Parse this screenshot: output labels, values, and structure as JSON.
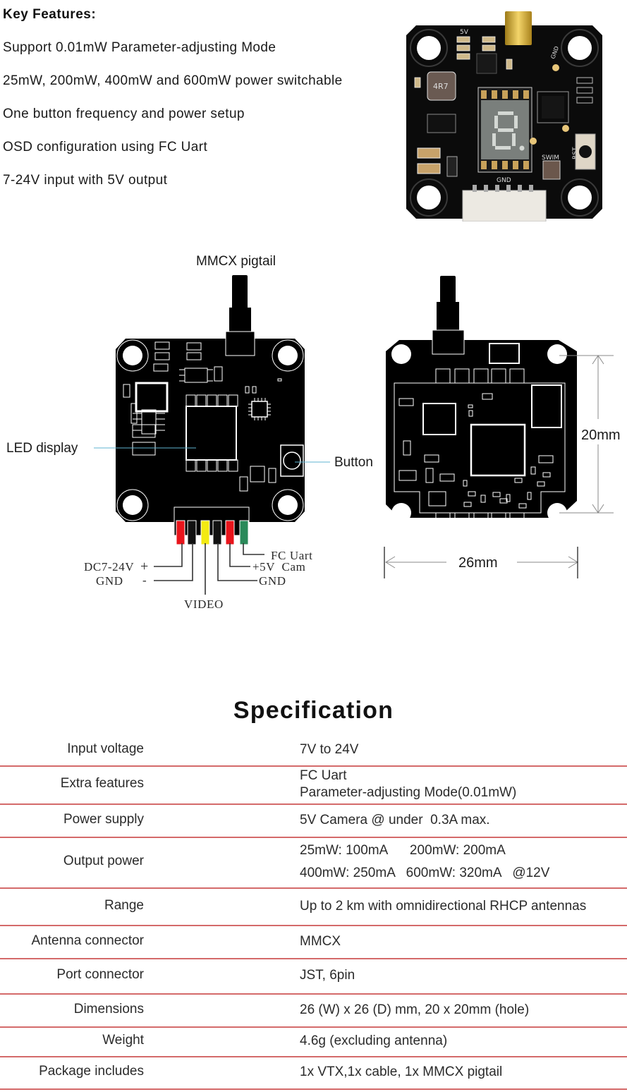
{
  "key_features": {
    "title": "Key Features:",
    "items": [
      "Support 0.01mW Parameter-adjusting Mode",
      "25mW, 200mW, 400mW and 600mW power switchable",
      "One button frequency and power setup",
      "OSD configuration using FC Uart",
      "7-24V input with 5V output"
    ]
  },
  "photo": {
    "silkscreen": {
      "v5": "5V",
      "gnd_top": "GND",
      "inductor": "4R7",
      "swim": "SWIM",
      "rst": "RST",
      "gnd_bottom": "GND"
    }
  },
  "front_diagram": {
    "antenna_label": "MMCX pigtail",
    "led_label": "LED display",
    "button_label": "Button",
    "pins": [
      {
        "label": "DC7-24V",
        "sign": "+",
        "color": "#e8141b"
      },
      {
        "label": "GND",
        "sign": "-",
        "color": "#111111"
      },
      {
        "label": "VIDEO",
        "sign": "",
        "color": "#f3ea12"
      },
      {
        "label": "GND",
        "sign": "",
        "color": "#111111"
      },
      {
        "label": "+5V  Cam",
        "sign": "",
        "color": "#e8141b"
      },
      {
        "label": "FC Uart",
        "sign": "",
        "color": "#2a8a5a"
      }
    ]
  },
  "back_diagram": {
    "height_dim": "20mm",
    "width_dim": "26mm"
  },
  "specification": {
    "title": "Specification",
    "rows": [
      {
        "label": "Input voltage",
        "lines": [
          "7V to 24V"
        ]
      },
      {
        "label": "Extra features",
        "lines": [
          "FC Uart",
          "Parameter-adjusting Mode(0.01mW)"
        ]
      },
      {
        "label": "Power supply",
        "lines": [
          "5V Camera @ under  0.3A max."
        ]
      },
      {
        "label": "Output power",
        "lines": [
          "25mW: 100mA      200mW: 200mA",
          "400mW: 250mA   600mW: 320mA   @12V"
        ]
      },
      {
        "label": "Range",
        "lines": [
          "Up to 2 km with omnidirectional RHCP antennas"
        ]
      },
      {
        "label": "Antenna connector",
        "lines": [
          "MMCX"
        ]
      },
      {
        "label": "Port connector",
        "lines": [
          "JST, 6pin"
        ]
      },
      {
        "label": "Dimensions",
        "lines": [
          "26 (W) x 26 (D) mm, 20 x 20mm (hole)"
        ]
      },
      {
        "label": "Weight",
        "lines": [
          "4.6g (excluding antenna)"
        ]
      },
      {
        "label": "Package includes",
        "lines": [
          "1x VTX,1x cable, 1x MMCX pigtail"
        ]
      }
    ]
  },
  "colors": {
    "table_rule": "#d46a6a",
    "callout_line": "#5fb3d0",
    "pcb": "#000000",
    "dimension_line": "#8a8a8a"
  }
}
